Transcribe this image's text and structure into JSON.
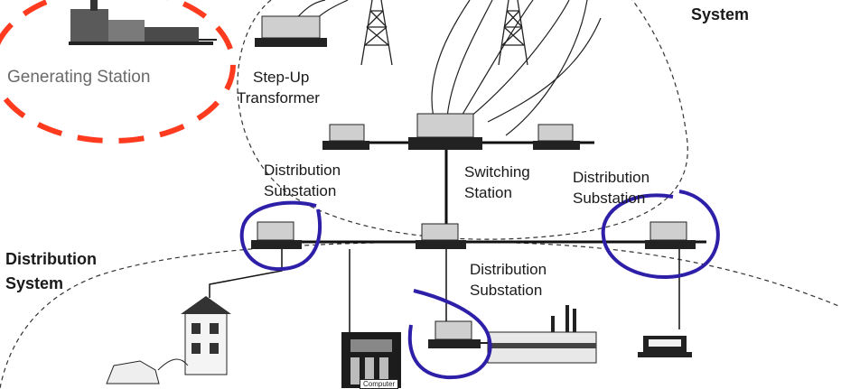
{
  "labels": {
    "transmission_system_partial": "System",
    "generating_station": "Generating Station",
    "step_up_line1": "Step-Up",
    "step_up_line2": "Transformer",
    "distribution_substation_left_1": "Distribution",
    "distribution_substation_left_2": "Substation",
    "switching_station_1": "Switching",
    "switching_station_2": "Station",
    "distribution_substation_right_1": "Distribution",
    "distribution_substation_right_2": "Substation",
    "distribution_system_1": "Distribution",
    "distribution_system_2": "System",
    "distribution_substation_mid_1": "Distribution",
    "distribution_substation_mid_2": "Substation",
    "computer_tag": "Computer"
  },
  "colors": {
    "red_dashed_circle": "#ff3b1f",
    "purple_annotation": "#2e1fa8",
    "line_black": "#111111",
    "dashed_gray": "#444444"
  }
}
